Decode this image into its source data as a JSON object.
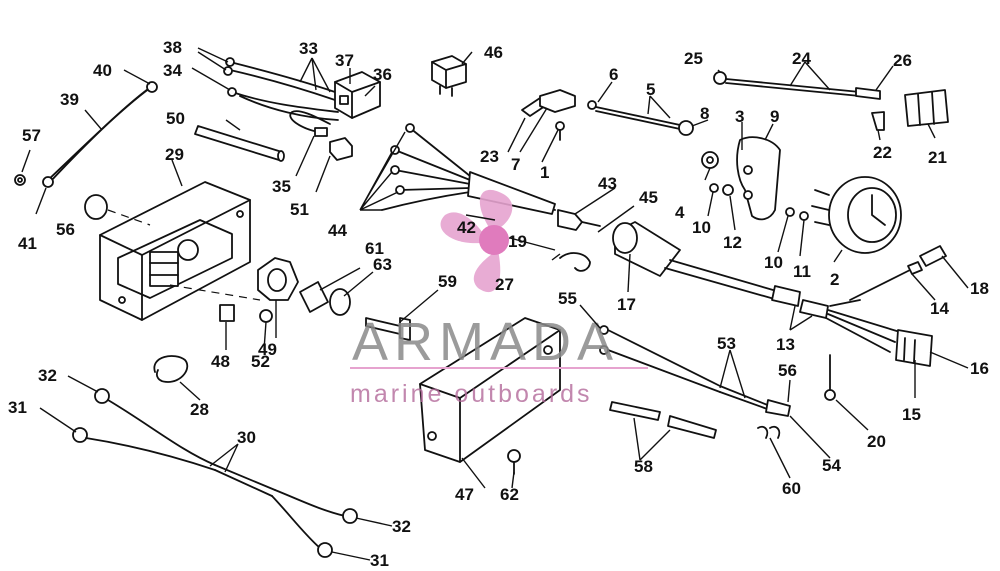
{
  "labels": [
    "1",
    "2",
    "3",
    "4",
    "5",
    "6",
    "7",
    "8",
    "9",
    "10",
    "10",
    "11",
    "12",
    "13",
    "14",
    "15",
    "16",
    "17",
    "18",
    "19",
    "20",
    "21",
    "22",
    "23",
    "24",
    "25",
    "26",
    "27",
    "28",
    "29",
    "30",
    "31",
    "31",
    "32",
    "32",
    "33",
    "34",
    "35",
    "36",
    "37",
    "38",
    "39",
    "40",
    "41",
    "42",
    "43",
    "44",
    "45",
    "46",
    "47",
    "48",
    "49",
    "50",
    "51",
    "52",
    "53",
    "54",
    "55",
    "56",
    "56",
    "57",
    "58",
    "59",
    "60",
    "61",
    "62",
    "63"
  ],
  "watermark": {
    "brand": "ARMADA",
    "tagline": "marine outboards",
    "logo_color": "#e6a3cf",
    "logo_center_color": "#e07bbd"
  },
  "colors": {
    "ink": "#111111",
    "background": "#ffffff"
  }
}
